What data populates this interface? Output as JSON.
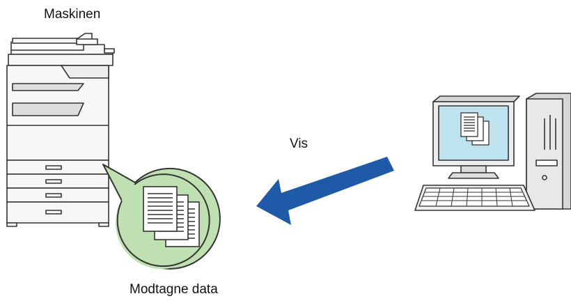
{
  "labels": {
    "machine": "Maskinen",
    "received_data": "Modtagne data",
    "show": "Vis"
  },
  "colors": {
    "arrow": "#1f5aa8",
    "bubble_fill": "#bfe0b0",
    "screen_fill": "#bfe3ee",
    "outline": "#333333",
    "device_fill": "#f7f7f7"
  },
  "icons": {
    "machine": "multifunction-printer-icon",
    "received_documents": "documents-icon",
    "computer": "desktop-computer-icon",
    "arrow": "arrow-left-icon"
  }
}
